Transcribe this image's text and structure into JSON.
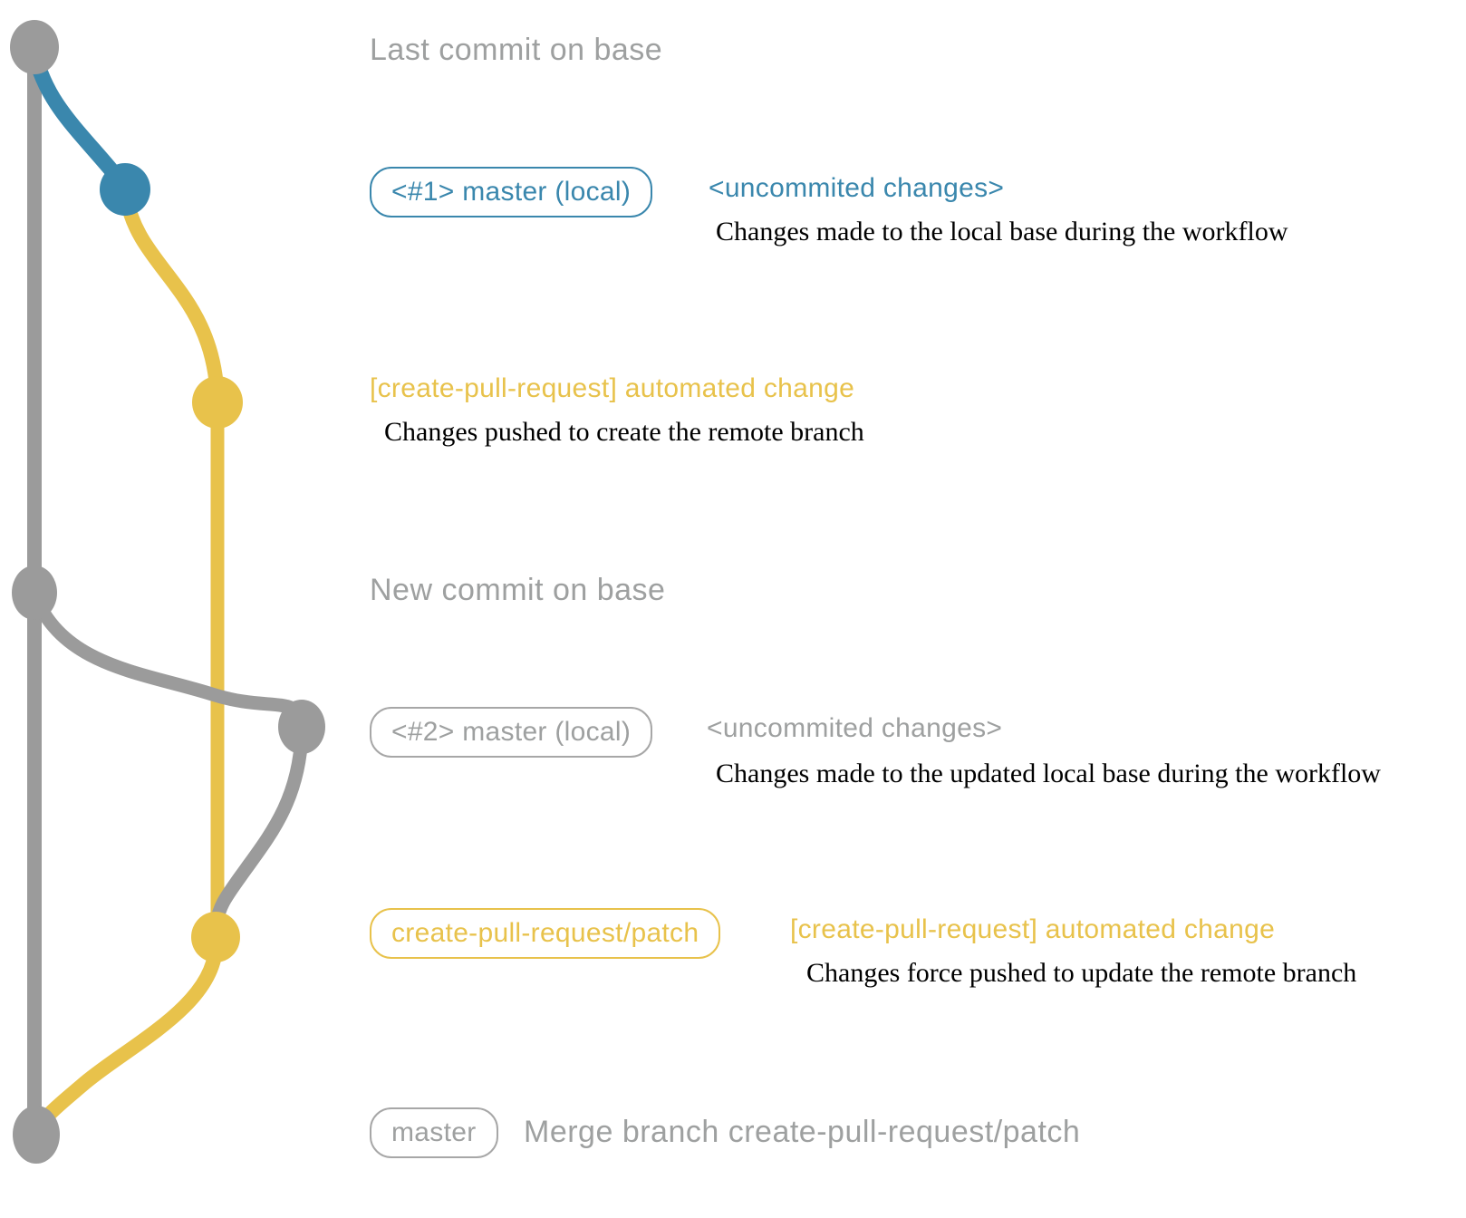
{
  "colors": {
    "gray_line": "#9B9B9B",
    "gray_text": "#9EA0A0",
    "gray_border": "#A7A7A7",
    "blue": "#3A87AD",
    "yellow": "#E8C24B",
    "desc_text": "#000000",
    "background": "#FFFFFF"
  },
  "rows": {
    "last_commit": {
      "label": "Last commit on base"
    },
    "commit1": {
      "badge": "<#1> master (local)",
      "title": "<uncommited changes>",
      "desc": "Changes made to the local base during the workflow"
    },
    "push1": {
      "title": "[create-pull-request] automated change",
      "desc": "Changes pushed to create the remote branch"
    },
    "new_commit": {
      "label": "New commit on base"
    },
    "commit2": {
      "badge": "<#2> master (local)",
      "title": "<uncommited changes>",
      "desc": "Changes made to the updated local base during the workflow"
    },
    "push2": {
      "badge": "create-pull-request/patch",
      "title": "[create-pull-request] automated change",
      "desc": "Changes force pushed to update the remote branch"
    },
    "merge": {
      "badge": "master",
      "label": "Merge branch create-pull-request/patch"
    }
  },
  "graph": {
    "base_branch_color": "#9B9B9B",
    "local_branch_color": "#3A87AD",
    "remote_branch_color": "#E8C24B",
    "commits": [
      {
        "name": "last-commit-on-base",
        "color": "#9B9B9B"
      },
      {
        "name": "local-commit-1",
        "color": "#3A87AD"
      },
      {
        "name": "remote-commit-1",
        "color": "#E8C24B"
      },
      {
        "name": "new-commit-on-base",
        "color": "#9B9B9B"
      },
      {
        "name": "local-commit-2",
        "color": "#9B9B9B"
      },
      {
        "name": "remote-commit-2",
        "color": "#E8C24B"
      },
      {
        "name": "merge-commit",
        "color": "#9B9B9B"
      }
    ]
  }
}
